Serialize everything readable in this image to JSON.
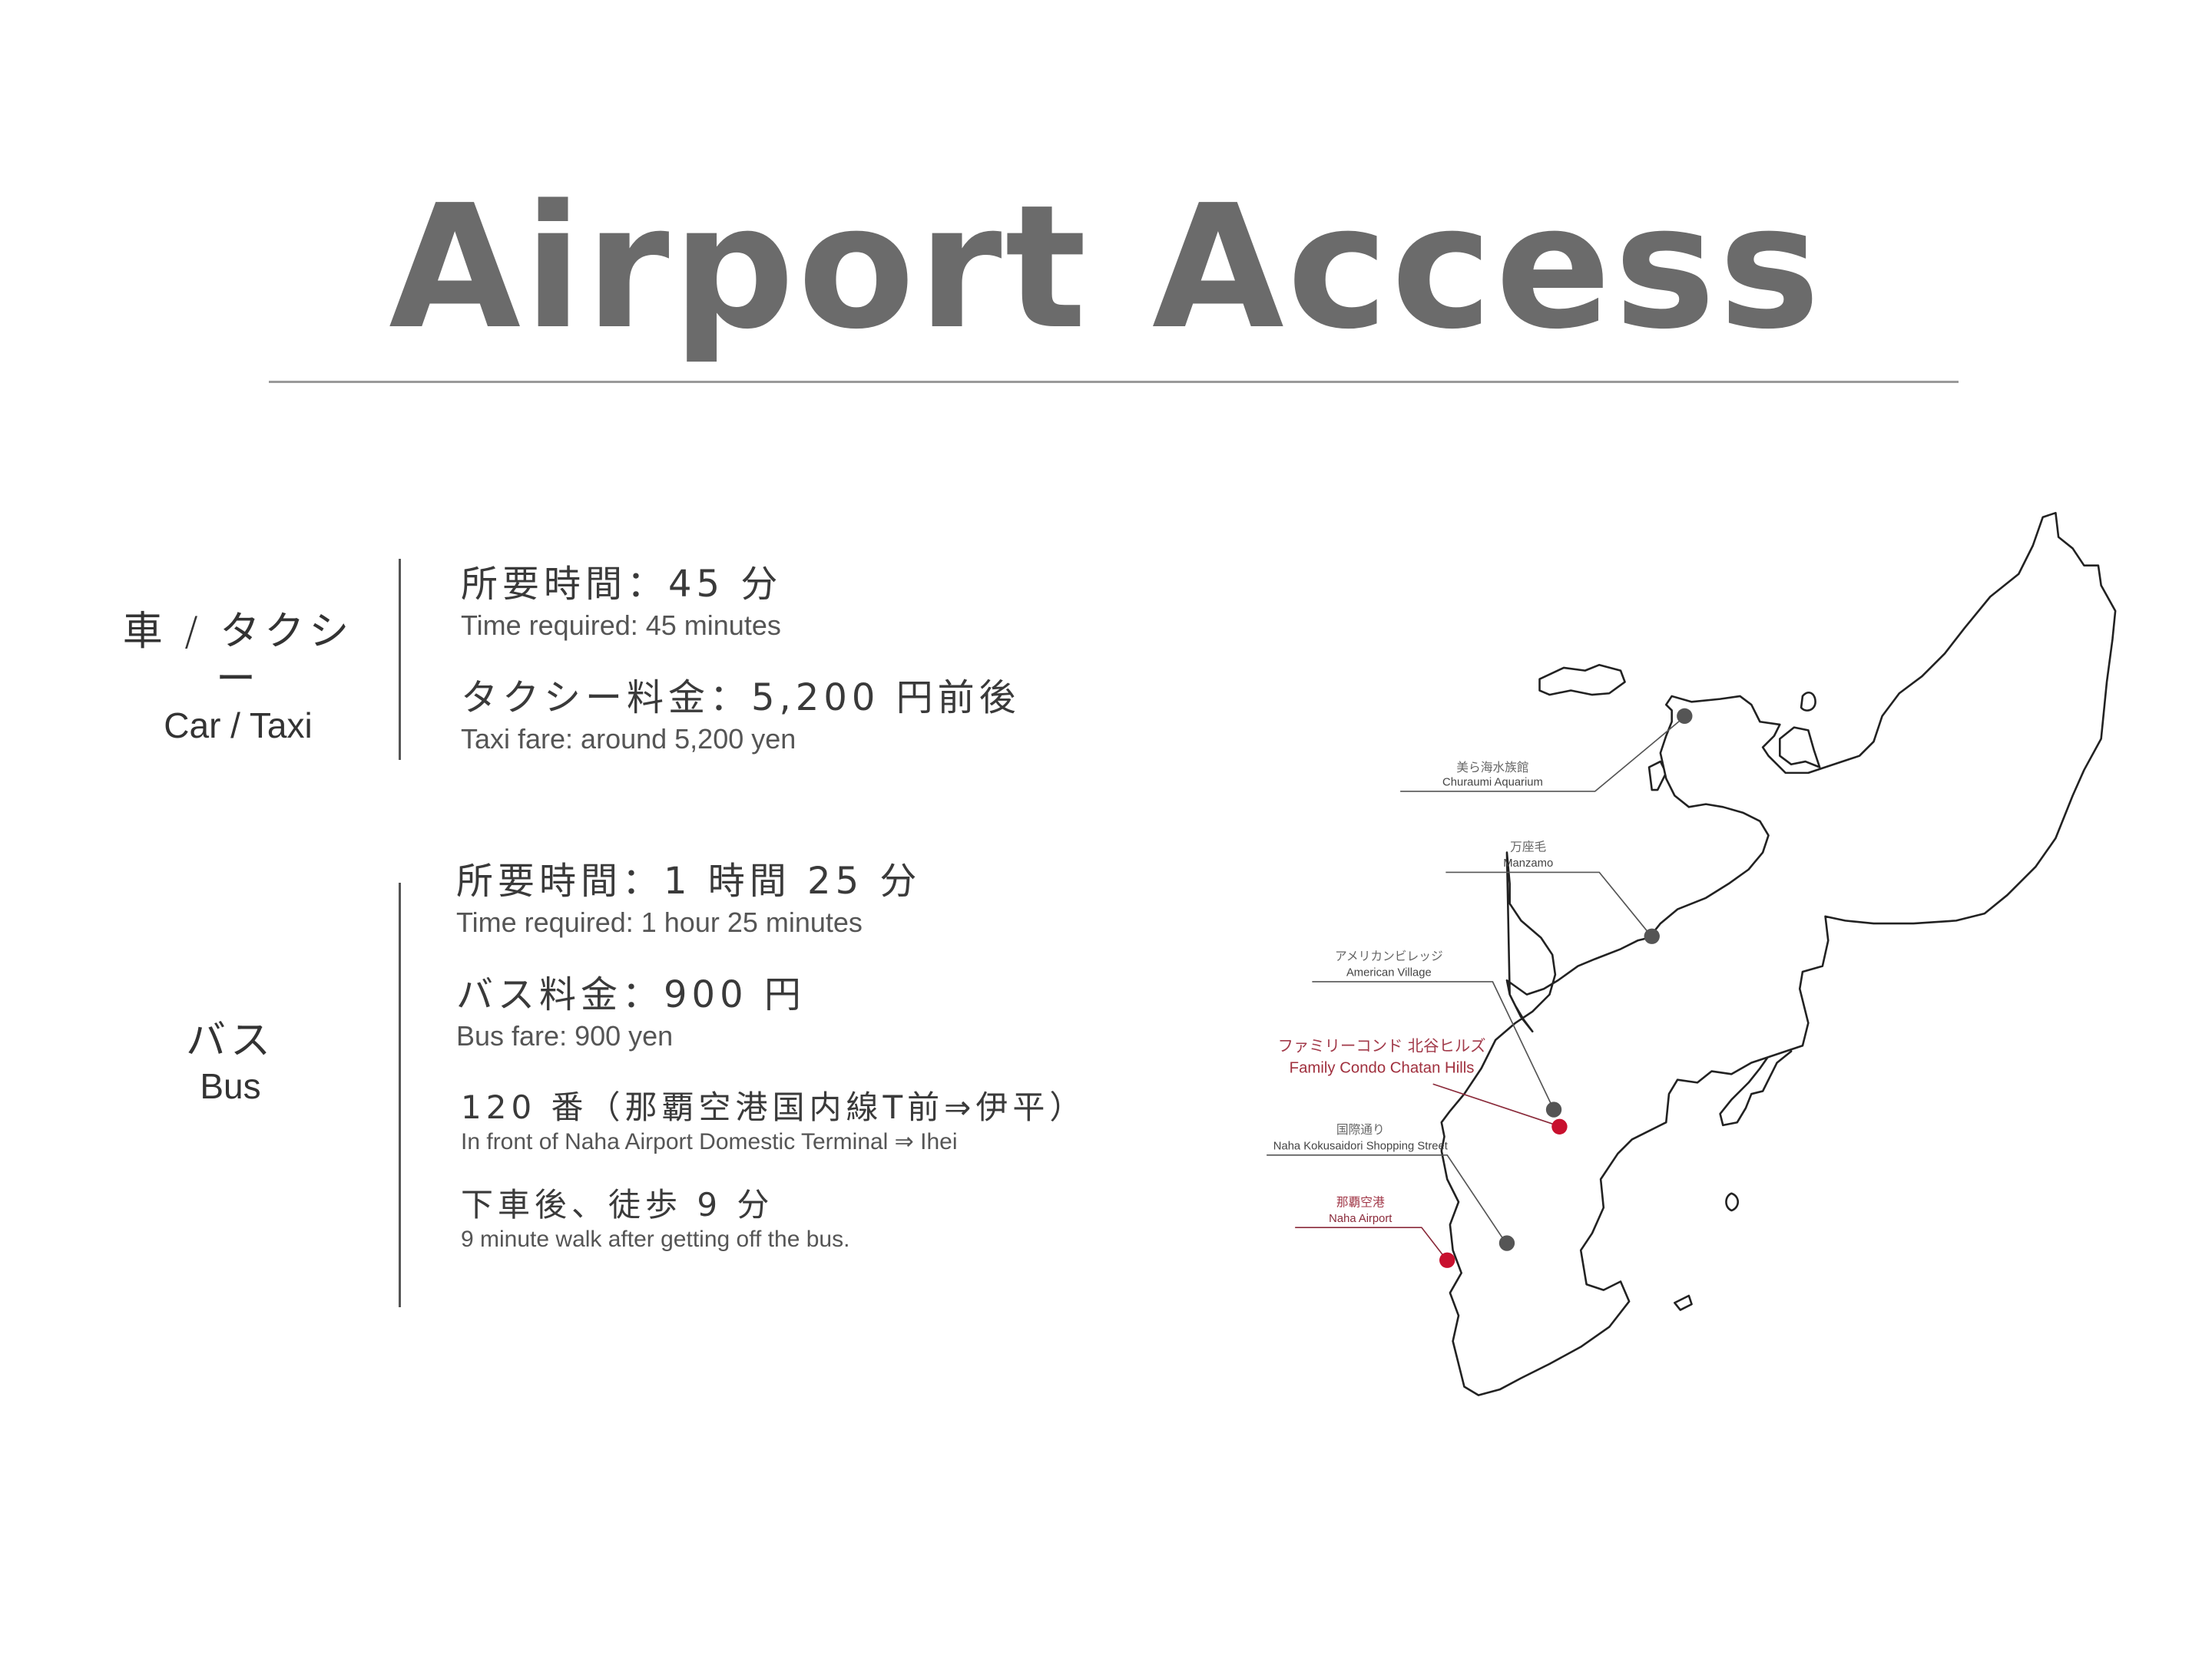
{
  "header": {
    "title": "Airport Access"
  },
  "sections": {
    "car": {
      "label_jp": "車 / タクシー",
      "label_en": "Car / Taxi",
      "items": [
        {
          "jp": "所要時間：45 分",
          "en": "Time required: 45 minutes"
        },
        {
          "jp": "タクシー料金：5,200 円前後",
          "en": "Taxi fare: around 5,200 yen"
        }
      ]
    },
    "bus": {
      "label_jp": "バス",
      "label_en": "Bus",
      "items": [
        {
          "jp": "所要時間：1 時間 25 分",
          "en": "Time required: 1 hour 25 minutes"
        },
        {
          "jp": "バス料金：900 円",
          "en": "Bus fare: 900 yen"
        },
        {
          "jp": "120 番（那覇空港国内線T前⇒伊平）",
          "en": "In front of Naha Airport Domestic Terminal ⇒ Ihei"
        },
        {
          "jp": "下車後、徒歩 9 分",
          "en": "9 minute walk after getting off the bus."
        }
      ]
    }
  },
  "map": {
    "colors": {
      "accent": "#c8102e",
      "marker": "#555555",
      "coast": "#222222"
    },
    "markers": [
      {
        "id": "churaumi",
        "label_jp": "美ら海水族館",
        "label_en": "Churaumi Aquarium",
        "type": "gray"
      },
      {
        "id": "manzamo",
        "label_jp": "万座毛",
        "label_en": "Manzamo",
        "type": "gray"
      },
      {
        "id": "american-village",
        "label_jp": "アメリカンビレッジ",
        "label_en": "American Village",
        "type": "gray"
      },
      {
        "id": "family-condo",
        "label_jp": "ファミリーコンド 北谷ヒルズ",
        "label_en": "Family Condo Chatan Hills",
        "type": "red"
      },
      {
        "id": "kokusaidori",
        "label_jp": "国際通り",
        "label_en": "Naha Kokusaidori Shopping Street",
        "type": "gray"
      },
      {
        "id": "naha-airport",
        "label_jp": "那覇空港",
        "label_en": "Naha Airport",
        "type": "red"
      }
    ]
  }
}
